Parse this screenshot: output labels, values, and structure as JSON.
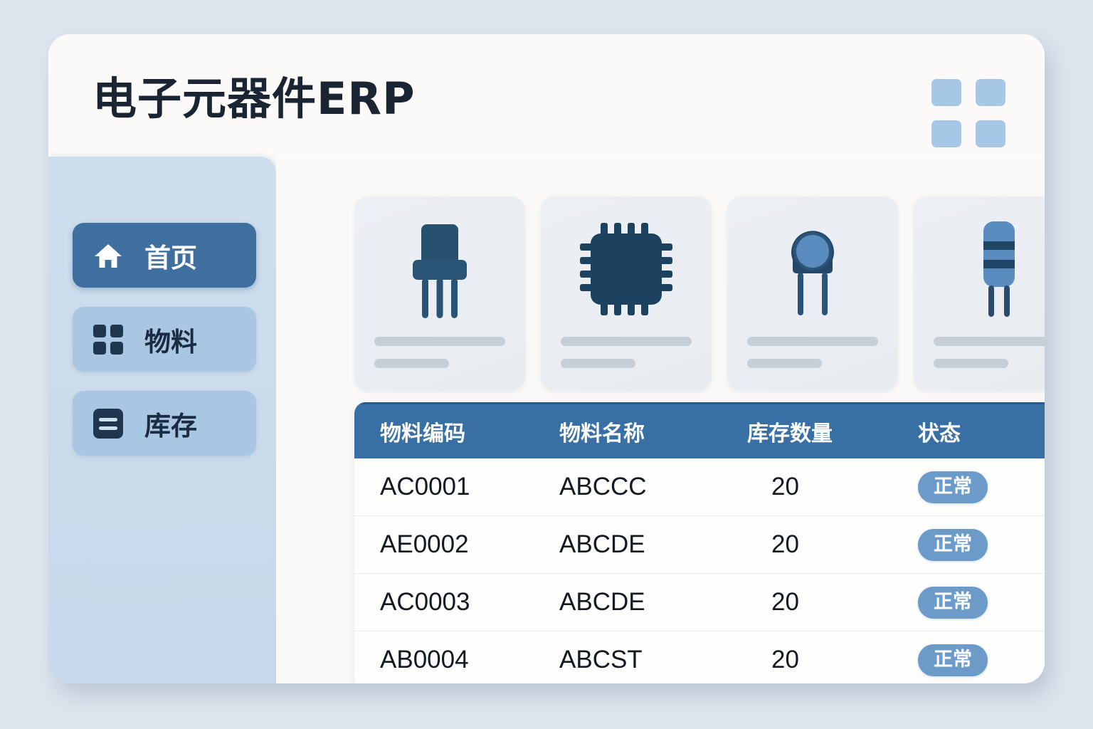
{
  "app": {
    "title": "电子元器件ERP",
    "header_icon": "grid-2x2-icon",
    "colors": {
      "page_background": "#dde5ee",
      "window_background": "#f9f9f7",
      "sidebar": "#cfdeed",
      "accent_active": "#3e6f9e",
      "table_header": "#3870a6",
      "badge": "#6d9bc9",
      "component_dark": "#244a6e",
      "component_light": "#5b8cc0"
    }
  },
  "sidebar": {
    "items": [
      {
        "label": "首页",
        "icon": "home-icon",
        "active": true
      },
      {
        "label": "物料",
        "icon": "grid-icon",
        "active": false
      },
      {
        "label": "库存",
        "icon": "document-list-icon",
        "active": false
      }
    ]
  },
  "cards": [
    {
      "icon": "transistor-icon"
    },
    {
      "icon": "ic-chip-icon"
    },
    {
      "icon": "ceramic-capacitor-icon"
    },
    {
      "icon": "resistor-icon"
    }
  ],
  "table": {
    "columns": [
      "物料编码",
      "物料名称",
      "库存数量",
      "状态"
    ],
    "rows": [
      {
        "code": "AC0001",
        "name": "ABCCC",
        "qty": "20",
        "status": "正常"
      },
      {
        "code": "AE0002",
        "name": "ABCDE",
        "qty": "20",
        "status": "正常"
      },
      {
        "code": "AC0003",
        "name": "ABCDE",
        "qty": "20",
        "status": "正常"
      },
      {
        "code": "AB0004",
        "name": "ABCST",
        "qty": "20",
        "status": "正常"
      }
    ]
  }
}
